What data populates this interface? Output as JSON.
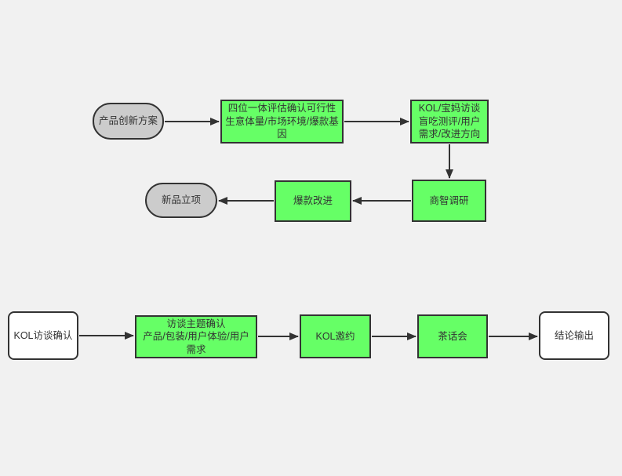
{
  "canvas": {
    "background": "#f1f1f1"
  },
  "colors": {
    "process_fill": "#66ff66",
    "stadium_fill": "#cccccc",
    "terminal_fill": "#ffffff",
    "border": "#333333",
    "arrow": "#333333",
    "text": "#333333"
  },
  "flow_top": {
    "nodes": [
      {
        "id": "plan",
        "type": "stadium",
        "label": "产品创新方案"
      },
      {
        "id": "eval",
        "type": "process",
        "label": "四位一体评估确认可行性\n生意体量/市场环境/爆款基\n因"
      },
      {
        "id": "kolmom",
        "type": "process",
        "label": "KOL/宝妈访谈\n盲吃测评/用户\n需求/改进方向"
      },
      {
        "id": "research",
        "type": "process",
        "label": "商智调研"
      },
      {
        "id": "improve",
        "type": "process",
        "label": "爆款改进"
      },
      {
        "id": "project",
        "type": "stadium",
        "label": "新品立项"
      }
    ]
  },
  "flow_bottom": {
    "nodes": [
      {
        "id": "confirm",
        "type": "terminal",
        "label": "KOL访谈确认"
      },
      {
        "id": "topic",
        "type": "process",
        "label": "访谈主题确认\n产品/包装/用户体验/用户\n需求"
      },
      {
        "id": "invite",
        "type": "process",
        "label": "KOL邀约"
      },
      {
        "id": "tea",
        "type": "process",
        "label": "茶话会"
      },
      {
        "id": "output",
        "type": "terminal",
        "label": "结论输出"
      }
    ]
  }
}
